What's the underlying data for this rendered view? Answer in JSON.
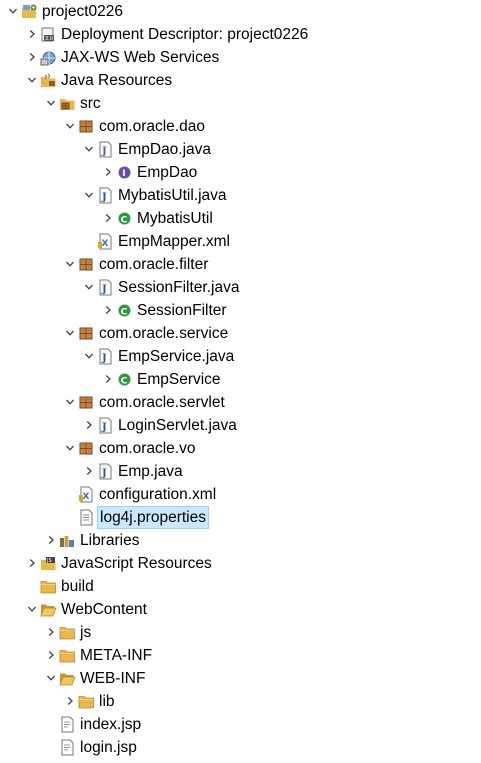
{
  "tree": {
    "rows": [
      {
        "label": "project0226",
        "icon": "project-icon",
        "expanded": true
      },
      {
        "label": "Deployment Descriptor: project0226",
        "icon": "deployment-descriptor-icon",
        "expanded": false
      },
      {
        "label": "JAX-WS Web Services",
        "icon": "web-services-icon",
        "expanded": false
      },
      {
        "label": "Java Resources",
        "icon": "java-resources-icon",
        "expanded": true
      },
      {
        "label": "src",
        "icon": "source-folder-icon",
        "expanded": true
      },
      {
        "label": "com.oracle.dao",
        "icon": "package-icon",
        "expanded": true
      },
      {
        "label": "EmpDao.java",
        "icon": "java-interface-file-icon",
        "expanded": true
      },
      {
        "label": "EmpDao",
        "icon": "interface-icon",
        "expanded": false
      },
      {
        "label": "MybatisUtil.java",
        "icon": "java-file-icon",
        "expanded": true
      },
      {
        "label": "MybatisUtil",
        "icon": "class-icon",
        "expanded": false
      },
      {
        "label": "EmpMapper.xml",
        "icon": "xml-file-icon"
      },
      {
        "label": "com.oracle.filter",
        "icon": "package-icon",
        "expanded": true
      },
      {
        "label": "SessionFilter.java",
        "icon": "java-file-icon",
        "expanded": true
      },
      {
        "label": "SessionFilter",
        "icon": "class-icon",
        "expanded": false
      },
      {
        "label": "com.oracle.service",
        "icon": "package-icon",
        "expanded": true
      },
      {
        "label": "EmpService.java",
        "icon": "java-file-icon",
        "expanded": true
      },
      {
        "label": "EmpService",
        "icon": "class-icon",
        "expanded": false
      },
      {
        "label": "com.oracle.servlet",
        "icon": "package-icon",
        "expanded": true
      },
      {
        "label": "LoginServlet.java",
        "icon": "java-file-icon",
        "expanded": false
      },
      {
        "label": "com.oracle.vo",
        "icon": "package-icon",
        "expanded": true
      },
      {
        "label": "Emp.java",
        "icon": "java-file-icon",
        "expanded": false
      },
      {
        "label": "configuration.xml",
        "icon": "xml-file-icon"
      },
      {
        "label": "log4j.properties",
        "icon": "properties-file-icon",
        "selected": true
      },
      {
        "label": "Libraries",
        "icon": "libraries-icon",
        "expanded": false
      },
      {
        "label": "JavaScript Resources",
        "icon": "javascript-resources-icon",
        "expanded": false
      },
      {
        "label": "build",
        "icon": "folder-icon"
      },
      {
        "label": "WebContent",
        "icon": "folder-open-icon",
        "expanded": true
      },
      {
        "label": "js",
        "icon": "folder-icon",
        "expanded": false
      },
      {
        "label": "META-INF",
        "icon": "folder-icon",
        "expanded": false
      },
      {
        "label": "WEB-INF",
        "icon": "folder-open-icon",
        "expanded": true
      },
      {
        "label": "lib",
        "icon": "folder-icon",
        "expanded": false
      },
      {
        "label": "index.jsp",
        "icon": "jsp-file-icon"
      },
      {
        "label": "login.jsp",
        "icon": "jsp-file-icon"
      }
    ]
  },
  "colors": {
    "selection_background": "#cce8ff",
    "selection_border": "#99d1ff",
    "folder": "#e8b84a",
    "package": "#a0522d",
    "class_green": "#2e9a3e",
    "interface_purple": "#6a4bb5",
    "java_blue": "#2455a5"
  }
}
